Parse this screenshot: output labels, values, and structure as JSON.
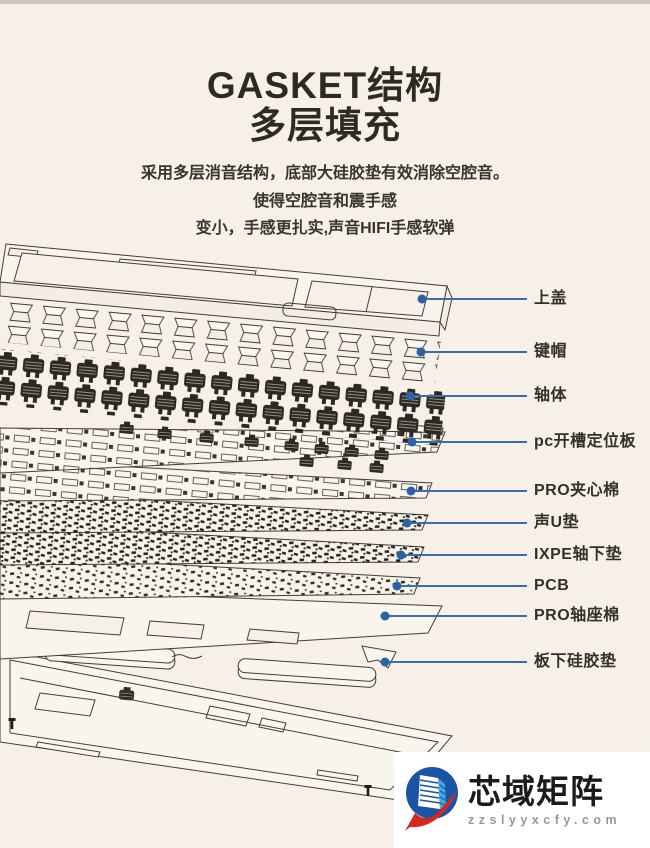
{
  "header": {
    "title_line1": "GASKET结构",
    "title_line2": "多层填充",
    "desc": [
      "采用多层消音结构，底部大硅胶垫有效消除空腔音。",
      "使得空腔音和震手感",
      "变小，手感更扎实,声音HIFI手感软弹"
    ]
  },
  "diagram": {
    "parts": [
      {
        "label": "上盖"
      },
      {
        "label": "键帽"
      },
      {
        "label": "轴体"
      },
      {
        "label": "pc开槽定位板"
      },
      {
        "label": "PRO夹心棉"
      },
      {
        "label": "声U垫"
      },
      {
        "label": "IXPE轴下垫"
      },
      {
        "label": "PCB"
      },
      {
        "label": "PRO轴座棉"
      },
      {
        "label": "板下硅胶垫"
      }
    ]
  },
  "watermark": {
    "brand": "芯域矩阵",
    "domain": "zzslyyxcfy.com"
  },
  "colors": {
    "background": "#f6f0e8",
    "leader_line": "#3c6da9",
    "leader_dot": "#2c63a8",
    "line_art": "#433e37",
    "brand_blue": "#1a55a5",
    "brand_light_blue": "#45a7e0",
    "brand_red": "#d2281e"
  }
}
